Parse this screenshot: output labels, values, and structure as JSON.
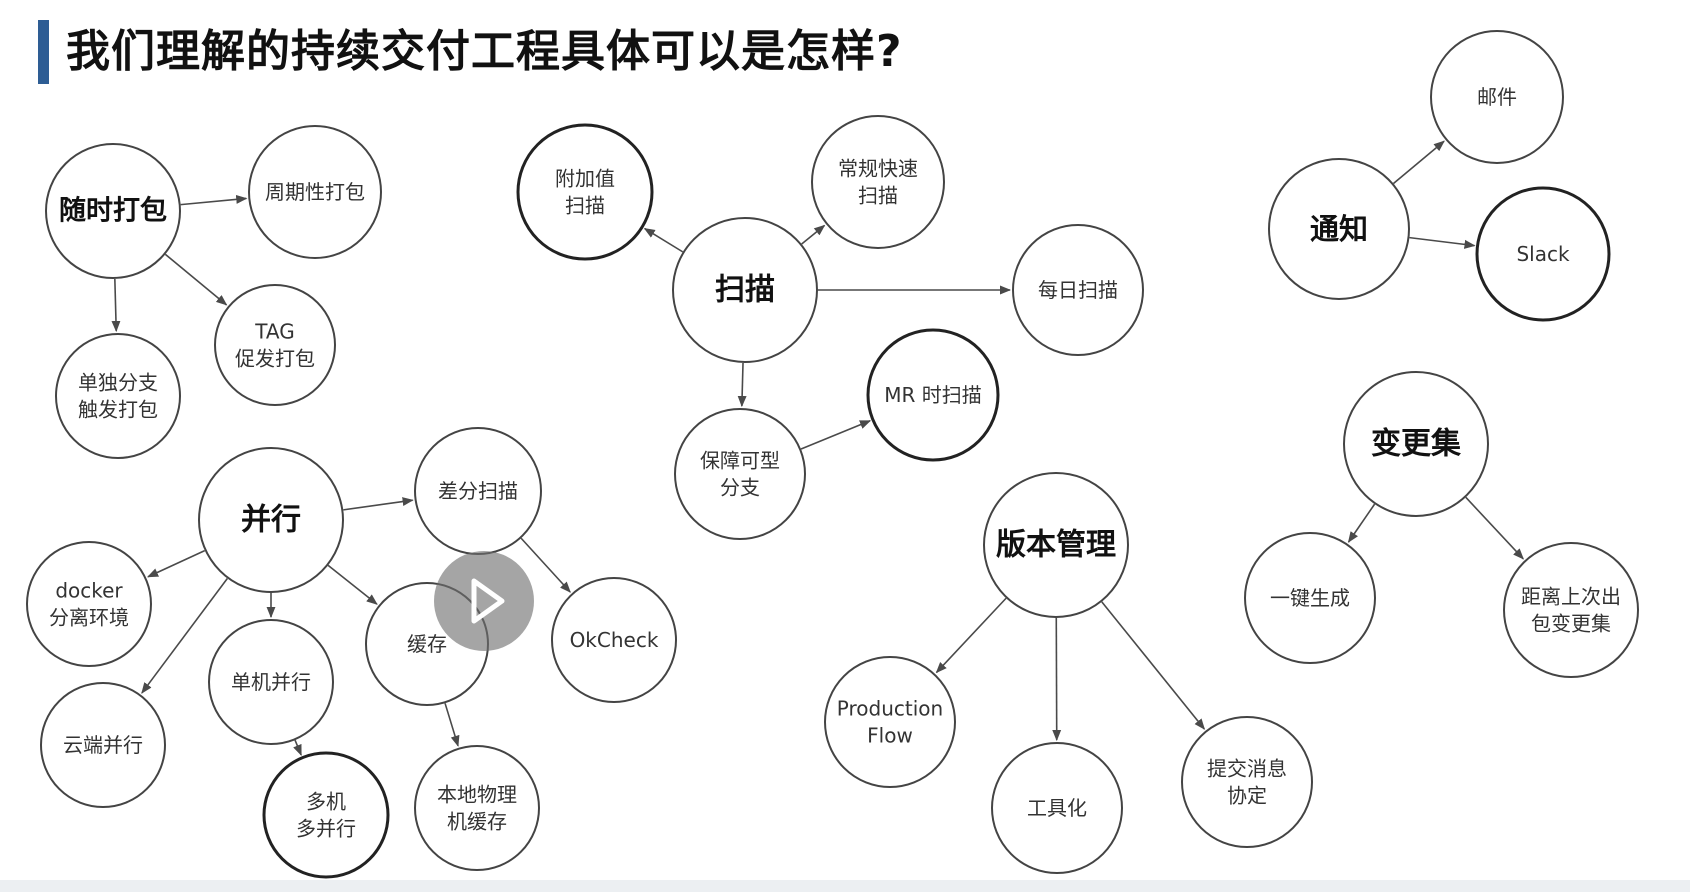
{
  "title": "我们理解的持续交付工程具体可以是怎样?",
  "colors": {
    "accent_bar": "#2e5d94",
    "stroke": "#444444",
    "text": "#333333"
  },
  "player": {
    "icon": "play-icon"
  },
  "nodes": {
    "suishi_dabao": {
      "lines": [
        "随时打包"
      ]
    },
    "zhouqixing_dabao": {
      "lines": [
        "周期性打包"
      ]
    },
    "tag_cufa_dabao": {
      "lines": [
        "TAG",
        "促发打包"
      ]
    },
    "dandu_fenzhi": {
      "lines": [
        "单独分支",
        "触发打包"
      ]
    },
    "bingxing": {
      "lines": [
        "并行"
      ]
    },
    "docker": {
      "lines": [
        "docker",
        "分离环境"
      ]
    },
    "yunduan_bingxing": {
      "lines": [
        "云端并行"
      ]
    },
    "danji_bingxing": {
      "lines": [
        "单机并行"
      ]
    },
    "duoji_bingxing": {
      "lines": [
        "多机",
        "多并行"
      ]
    },
    "chafen_saomiao": {
      "lines": [
        "差分扫描"
      ]
    },
    "huancun": {
      "lines": [
        "缓存"
      ]
    },
    "okcheck": {
      "lines": [
        "OkCheck"
      ]
    },
    "bendi_huancun": {
      "lines": [
        "本地物理",
        "机缓存"
      ]
    },
    "saomiao": {
      "lines": [
        "扫描"
      ]
    },
    "fujiazhi_saomiao": {
      "lines": [
        "附加值",
        "扫描"
      ]
    },
    "changgui_saomiao": {
      "lines": [
        "常规快速",
        "扫描"
      ]
    },
    "meiri_saomiao": {
      "lines": [
        "每日扫描"
      ]
    },
    "baozhang_fenzhi": {
      "lines": [
        "保障可型",
        "分支"
      ]
    },
    "mr_saomiao": {
      "lines": [
        "MR 时扫描"
      ]
    },
    "banben_guanli": {
      "lines": [
        "版本管理"
      ]
    },
    "production_flow": {
      "lines": [
        "Production",
        "Flow"
      ]
    },
    "gongjuhua": {
      "lines": [
        "工具化"
      ]
    },
    "tijiao_xiaoxi": {
      "lines": [
        "提交消息",
        "协定"
      ]
    },
    "tongzhi": {
      "lines": [
        "通知"
      ]
    },
    "youjian": {
      "lines": [
        "邮件"
      ]
    },
    "slack": {
      "lines": [
        "Slack"
      ]
    },
    "biangengji": {
      "lines": [
        "变更集"
      ]
    },
    "yijian_shengcheng": {
      "lines": [
        "一键生成"
      ]
    },
    "juli_shangci": {
      "lines": [
        "距离上次出",
        "包变更集"
      ]
    }
  }
}
